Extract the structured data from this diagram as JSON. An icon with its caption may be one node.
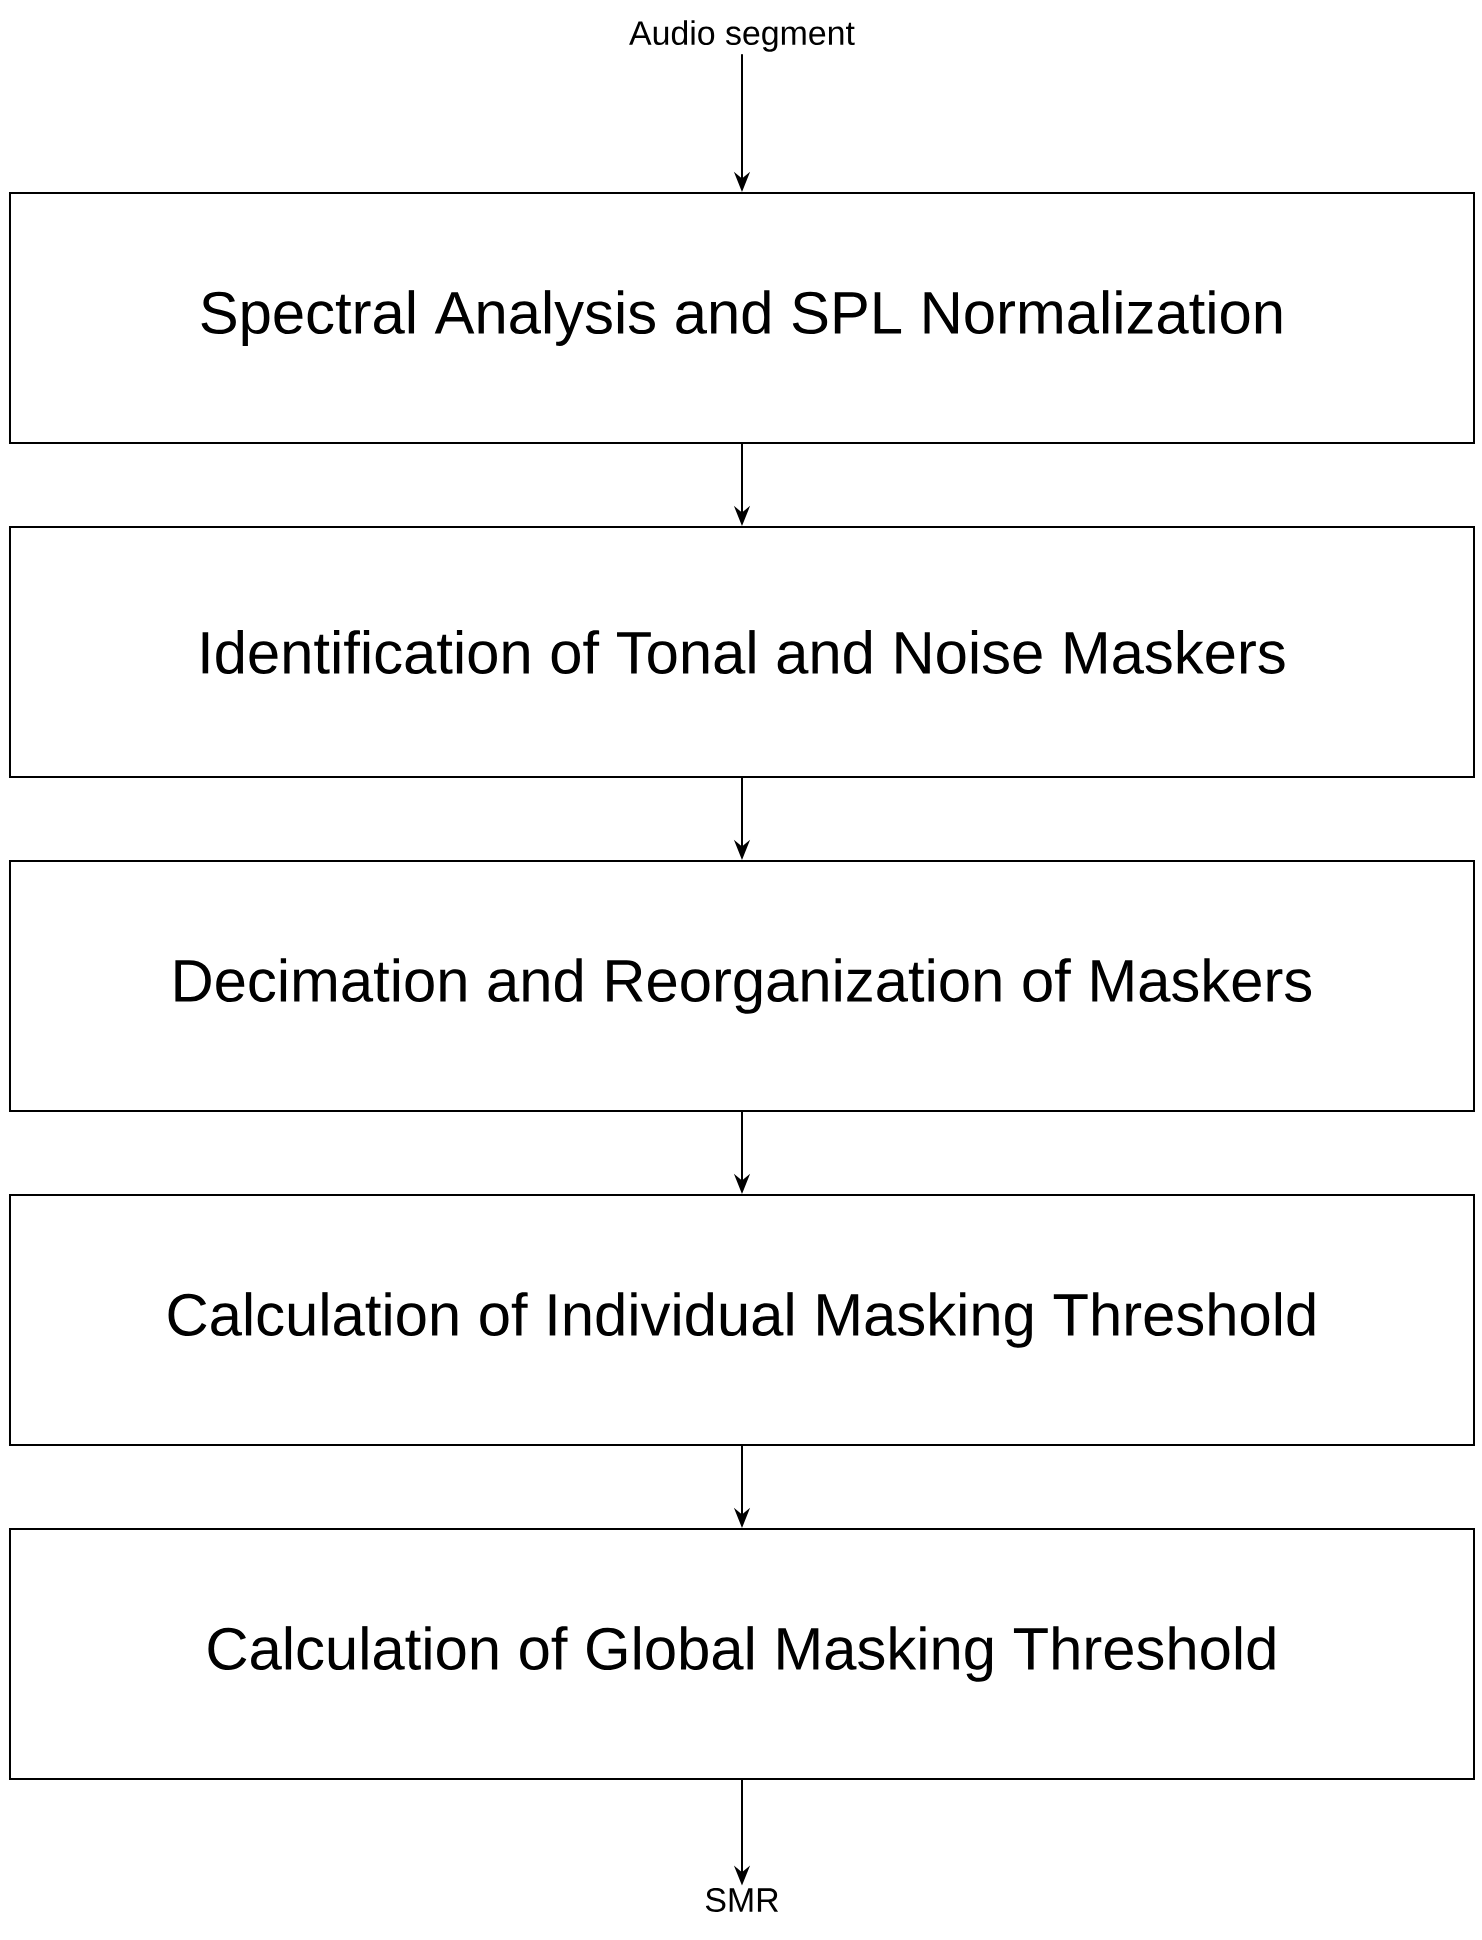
{
  "diagram": {
    "nodes": [
      {
        "text": [
          "Audio segment"
        ]
      },
      {
        "text": [
          "Spectral Analysis and SPL Normalization"
        ]
      },
      {
        "text": [
          "Identification of Tonal and Noise Maskers"
        ]
      },
      {
        "text": [
          "Decimation and Reorganization of Maskers"
        ]
      },
      {
        "text": [
          "Calculation of Individual Masking Threshold"
        ]
      },
      {
        "text": [
          "Calculation of Global Masking Threshold"
        ]
      },
      {
        "text": [
          "SMR"
        ]
      }
    ],
    "edges": [
      {
        "from": 0,
        "to": 1,
        "arrow": "to"
      },
      {
        "from": 1,
        "to": 2,
        "arrow": "to"
      },
      {
        "from": 2,
        "to": 3,
        "arrow": "to"
      },
      {
        "from": 3,
        "to": 4,
        "arrow": "to"
      },
      {
        "from": 4,
        "to": 5,
        "arrow": "to"
      },
      {
        "from": 5,
        "to": 6,
        "arrow": "to"
      }
    ]
  }
}
